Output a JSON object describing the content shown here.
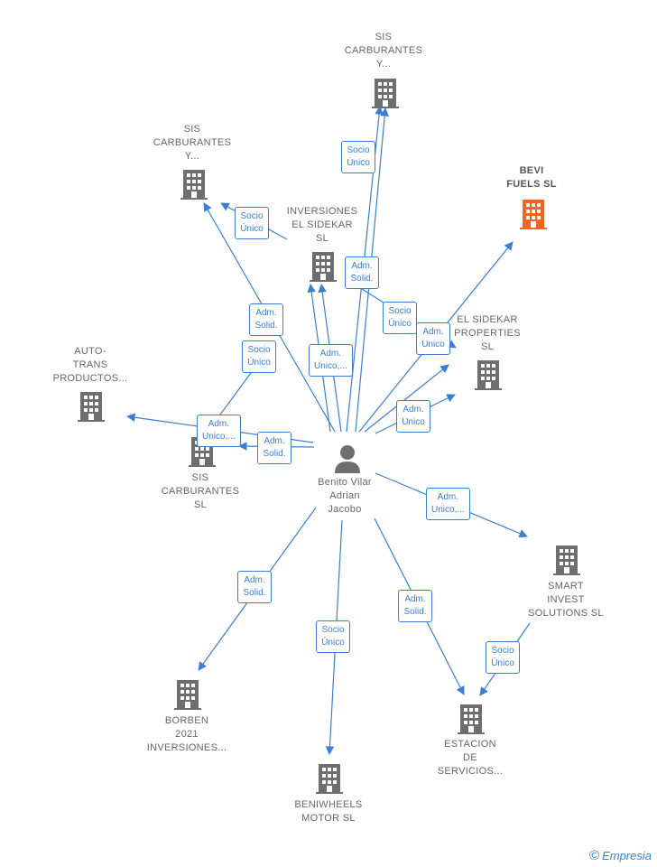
{
  "center": {
    "lines": [
      "Benito Vilar",
      "Adrian",
      "Jacobo"
    ]
  },
  "nodes": [
    {
      "id": "sis-top",
      "lines": [
        "SIS",
        "CARBURANTES",
        "Y..."
      ],
      "highlight": false
    },
    {
      "id": "sis-left",
      "lines": [
        "SIS",
        "CARBURANTES",
        "Y..."
      ],
      "highlight": false
    },
    {
      "id": "bevi",
      "lines": [
        "BEVI",
        "FUELS  SL"
      ],
      "highlight": true
    },
    {
      "id": "inversiones",
      "lines": [
        "INVERSIONES",
        "EL SIDEKAR",
        "SL"
      ],
      "highlight": false
    },
    {
      "id": "sidekar-prop",
      "lines": [
        "EL SIDEKAR",
        "PROPERTIES",
        "SL"
      ],
      "highlight": false
    },
    {
      "id": "auto-trans",
      "lines": [
        "AUTO-",
        "TRANS",
        "PRODUCTOS..."
      ],
      "highlight": false
    },
    {
      "id": "sis-mid",
      "lines": [
        "SIS",
        "CARBURANTES",
        "SL"
      ],
      "highlight": false
    },
    {
      "id": "smart",
      "lines": [
        "SMART",
        "INVEST",
        "SOLUTIONS  SL"
      ],
      "highlight": false
    },
    {
      "id": "borben",
      "lines": [
        "BORBEN",
        "2021",
        "INVERSIONES..."
      ],
      "highlight": false
    },
    {
      "id": "beniwheels",
      "lines": [
        "BENIWHEELS",
        "MOTOR  SL"
      ],
      "highlight": false
    },
    {
      "id": "estacion",
      "lines": [
        "ESTACION",
        "DE",
        "SERVICIOS..."
      ],
      "highlight": false
    }
  ],
  "badges": [
    {
      "id": "b1",
      "lines": [
        "Socio",
        "Único"
      ]
    },
    {
      "id": "b2",
      "lines": [
        "Socio",
        "Único"
      ]
    },
    {
      "id": "b3",
      "lines": [
        "Adm.",
        "Solid."
      ]
    },
    {
      "id": "b4",
      "lines": [
        "Socio",
        "Único"
      ]
    },
    {
      "id": "b5",
      "lines": [
        "Adm.",
        "Unico"
      ]
    },
    {
      "id": "b6",
      "lines": [
        "Adm.",
        "Solid."
      ]
    },
    {
      "id": "b7",
      "lines": [
        "Socio",
        "Único"
      ]
    },
    {
      "id": "b8",
      "lines": [
        "Adm.",
        "Unico,..."
      ]
    },
    {
      "id": "b9",
      "lines": [
        "Adm.",
        "Unico"
      ]
    },
    {
      "id": "b10",
      "lines": [
        "Adm.",
        "Unico,..."
      ]
    },
    {
      "id": "b11",
      "lines": [
        "Adm.",
        "Solid."
      ]
    },
    {
      "id": "b12",
      "lines": [
        "Adm.",
        "Unico,..."
      ]
    },
    {
      "id": "b13",
      "lines": [
        "Adm.",
        "Solid."
      ]
    },
    {
      "id": "b14",
      "lines": [
        "Socio",
        "Único"
      ]
    },
    {
      "id": "b15",
      "lines": [
        "Adm.",
        "Solid."
      ]
    },
    {
      "id": "b16",
      "lines": [
        "Socio",
        "Único"
      ]
    }
  ],
  "colors": {
    "edge": "#3a7fd5",
    "building": "#6e6e6e",
    "highlight": "#f26522",
    "person": "#6e6e6e"
  },
  "brand": {
    "copyright": "©",
    "name": "Empresia"
  }
}
